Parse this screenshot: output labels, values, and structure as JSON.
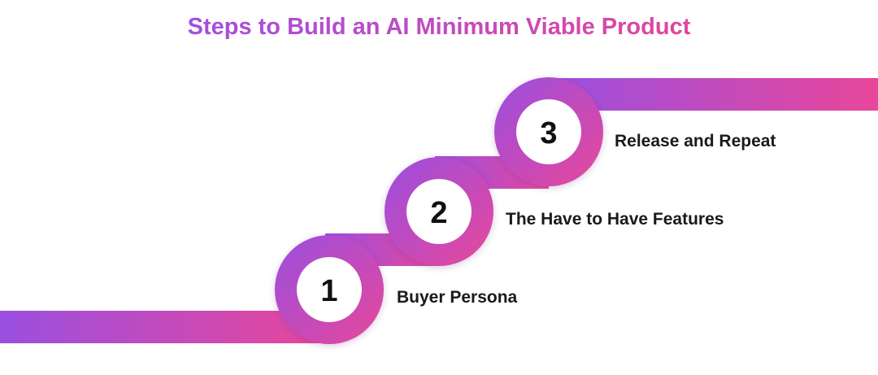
{
  "title": "Steps to Build an AI Minimum Viable Product",
  "colors": {
    "gradient_start": "#9a4fe0",
    "gradient_end": "#e8479a",
    "circle_inner": "#ffffff",
    "text_dark": "#111111"
  },
  "steps": [
    {
      "number": "1",
      "label": "Buyer Persona"
    },
    {
      "number": "2",
      "label": "The Have to Have Features"
    },
    {
      "number": "3",
      "label": "Release and Repeat"
    }
  ]
}
